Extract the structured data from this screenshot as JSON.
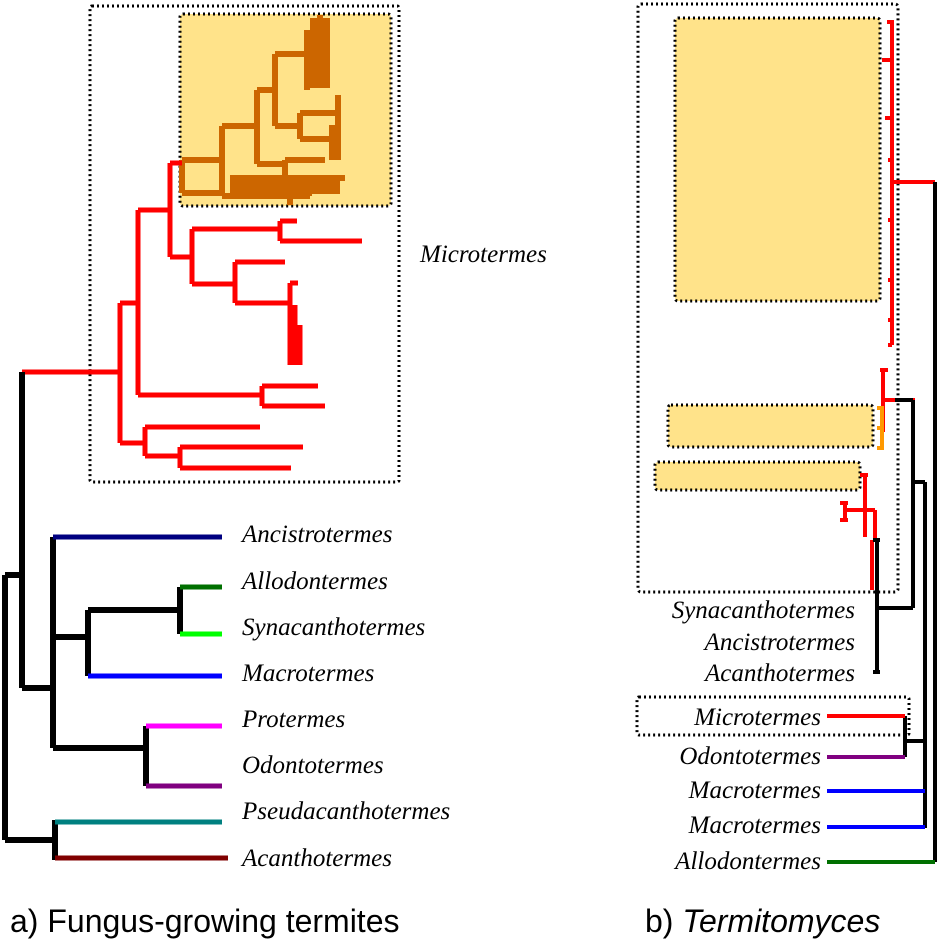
{
  "colors": {
    "black": "#000000",
    "microtermes_red": "#ff0000",
    "orange_clade": "#cc6600",
    "orange_small": "#ff9900",
    "highlight_fill": "#ffe38a",
    "ancistrotermes": "#000080",
    "allodontermes": "#007000",
    "synacanthotermes": "#00ff00",
    "macrotermes": "#0000ff",
    "protermes": "#ff00ff",
    "odontotermes": "#800080",
    "pseudacanthotermes": "#008080",
    "acanthotermes": "#800000"
  },
  "panel_a": {
    "caption": "a) Fungus-growing termites",
    "highlight_label": "Microtermes",
    "taxa": [
      {
        "name": "Ancistrotermes",
        "color": "#000080"
      },
      {
        "name": "Allodontermes",
        "color": "#007000"
      },
      {
        "name": "Synacanthotermes",
        "color": "#00ff00"
      },
      {
        "name": "Macrotermes",
        "color": "#0000ff"
      },
      {
        "name": "Protermes",
        "color": "#ff00ff"
      },
      {
        "name": "Odontotermes",
        "color": "#800080"
      },
      {
        "name": "Pseudacanthotermes",
        "color": "#008080"
      },
      {
        "name": "Acanthotermes",
        "color": "#800000"
      }
    ]
  },
  "panel_b": {
    "caption_prefix": "b) ",
    "caption_italic": "Termitomyces",
    "taxa": [
      {
        "name": "Synacanthotermes",
        "color": "#000000"
      },
      {
        "name": "Ancistrotermes",
        "color": "#000000"
      },
      {
        "name": "Acanthotermes",
        "color": "#000000"
      },
      {
        "name": "Microtermes",
        "color": "#ff0000"
      },
      {
        "name": "Odontotermes",
        "color": "#800080"
      },
      {
        "name": "Macrotermes",
        "color": "#0000ff"
      },
      {
        "name": "Macrotermes",
        "color": "#0000ff"
      },
      {
        "name": "Allodontermes",
        "color": "#007000"
      }
    ]
  }
}
